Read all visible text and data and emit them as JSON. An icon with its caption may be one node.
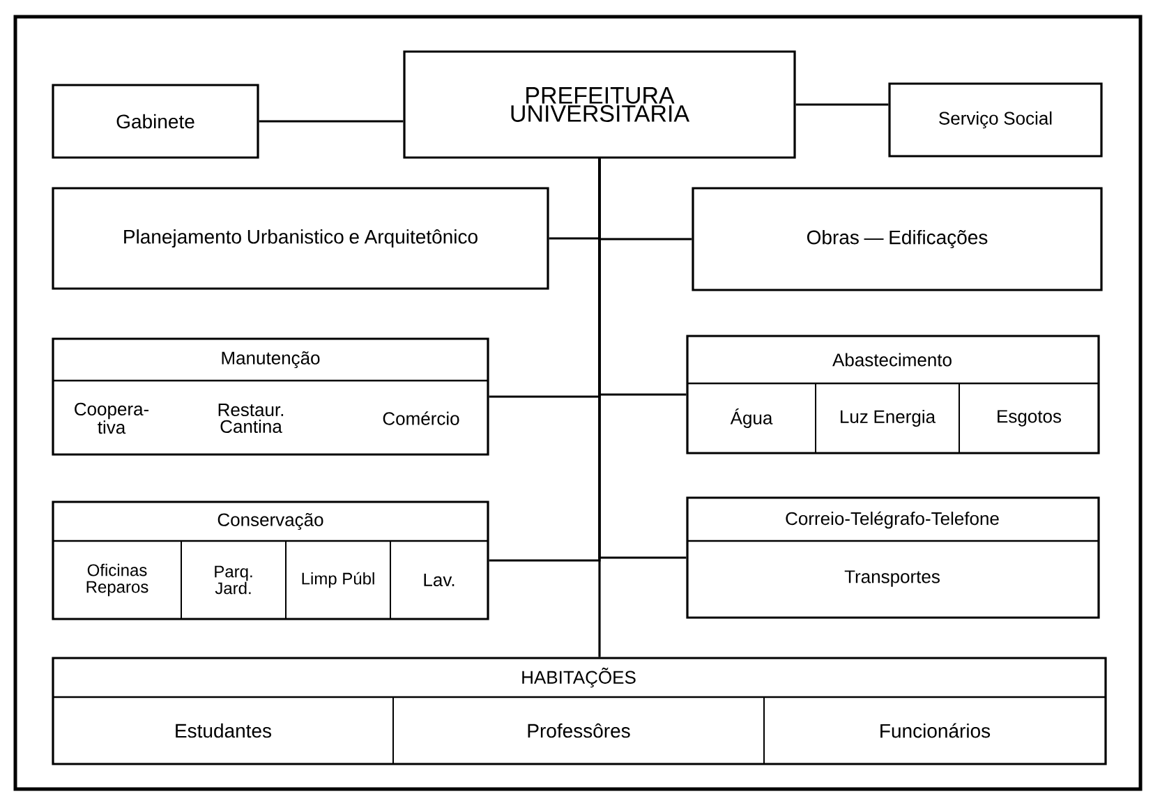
{
  "diagram": {
    "nodes": [
      {
        "text": [
          "Gabinete"
        ]
      },
      {
        "text": [
          "PREFEITURA UNIVERSITARIA"
        ]
      },
      {
        "text": [
          "Serviço Social"
        ]
      },
      {
        "text": [
          "Planejamento Urbanistico e Arquitetônico"
        ]
      },
      {
        "text": [
          "Obras — Edificações"
        ]
      },
      {
        "text": [
          "Manutenção",
          "Coopera- tiva",
          "Restaur. Cantina",
          "Comércio"
        ]
      },
      {
        "text": [
          "Abastecimento"
        ]
      },
      {
        "text": [
          "Água"
        ],
        "in": 6
      },
      {
        "text": [
          "Luz Energia"
        ],
        "in": 6
      },
      {
        "text": [
          "Esgotos"
        ],
        "in": 6
      },
      {
        "text": [
          "Conservação"
        ]
      },
      {
        "text": [
          "Oficinas Reparos"
        ],
        "in": 10
      },
      {
        "text": [
          "Parq. Jard."
        ],
        "in": 10
      },
      {
        "text": [
          "Limp Públ"
        ],
        "in": 10
      },
      {
        "text": [
          "Lav."
        ],
        "in": 10
      },
      {
        "text": [
          "Correio-Telégrafo-Telefone",
          "Transportes"
        ]
      },
      {
        "text": [
          "HABITAÇÕES"
        ]
      },
      {
        "text": [
          "Estudantes"
        ],
        "in": 16
      },
      {
        "text": [
          "Professôres"
        ],
        "in": 16
      },
      {
        "text": [
          "Funcionários"
        ],
        "in": 16
      }
    ],
    "edges": [
      {
        "from": 0,
        "to": 1,
        "arrow": "none"
      },
      {
        "from": 1,
        "to": 2,
        "arrow": "none"
      },
      {
        "from": 1,
        "to": 3,
        "arrow": "none"
      },
      {
        "from": 1,
        "to": 4,
        "arrow": "none"
      },
      {
        "from": 1,
        "to": 5,
        "arrow": "none"
      },
      {
        "from": 1,
        "to": 6,
        "arrow": "none"
      },
      {
        "from": 1,
        "to": 10,
        "arrow": "none"
      },
      {
        "from": 1,
        "to": 15,
        "arrow": "none"
      },
      {
        "from": 1,
        "to": 16,
        "arrow": "none"
      }
    ]
  }
}
